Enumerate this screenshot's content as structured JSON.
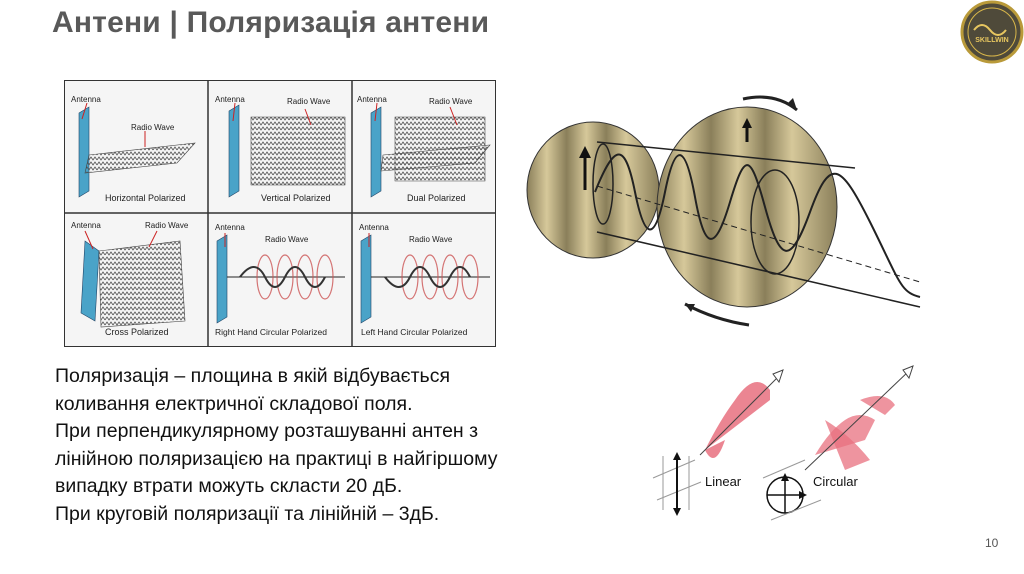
{
  "slide": {
    "title": "Антени | Поляризація антени",
    "page_number": "10"
  },
  "polarization_grid": {
    "cells": [
      {
        "antenna_label": "Antenna",
        "wave_label": "Radio Wave",
        "caption": "Horizontal Polarized"
      },
      {
        "antenna_label": "Antenna",
        "wave_label": "Radio Wave",
        "caption": "Vertical Polarized"
      },
      {
        "antenna_label": "Antenna",
        "wave_label": "Radio Wave",
        "caption": "Dual Polarized"
      },
      {
        "antenna_label": "Antenna",
        "wave_label": "Radio Wave",
        "caption": "Cross Polarized"
      },
      {
        "antenna_label": "Antenna",
        "wave_label": "Radio Wave",
        "caption": "Right Hand Circular Polarized"
      },
      {
        "antenna_label": "Antenna",
        "wave_label": "Radio Wave",
        "caption": "Left Hand Circular Polarized"
      }
    ]
  },
  "body": {
    "lines": [
      "Поляризація – площина в якій відбувається",
      "коливання електричної складової поля.",
      "При перпендикулярному розташуванні антен з",
      "лінійною поляризацією на практиці в найгіршому",
      "випадку втрати можуть скласти 20 дБ.",
      "При круговій поляризації та лінійній – 3дБ."
    ]
  },
  "small_diagram": {
    "linear_label": "Linear",
    "circular_label": "Circular"
  },
  "logo": {
    "text": "SKILLWIN"
  },
  "colors": {
    "title": "#595959",
    "panel_blue": "#4aa3c8",
    "wave_red": "#d9364a",
    "disc_gold": "#b9a66e"
  }
}
